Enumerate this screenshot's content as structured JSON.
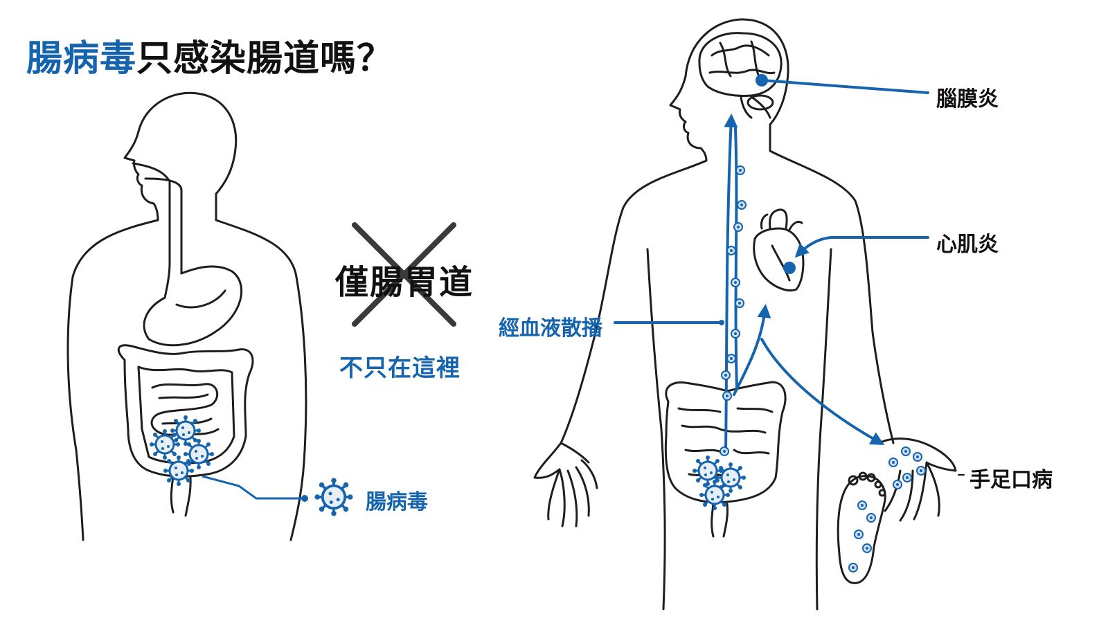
{
  "title": {
    "highlight": "腸病毒",
    "rest": "只感染腸道嗎？"
  },
  "center": {
    "crossed_text": "僅腸胃道",
    "sub_text": "不只在這裡"
  },
  "left": {
    "virus_label": "腸病毒"
  },
  "right": {
    "spread_label": "經血液散播",
    "labels": {
      "brain": "腦膜炎",
      "heart": "心肌炎",
      "hands_feet": "手足口病"
    }
  },
  "colors": {
    "accent": "#1564ad",
    "outline": "#1e1e1e",
    "text": "#111111"
  }
}
